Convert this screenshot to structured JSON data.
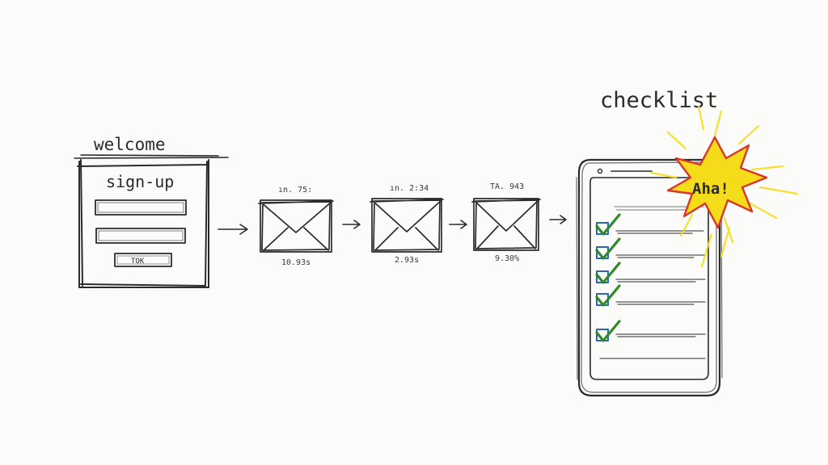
{
  "signup_card": {
    "welcome": "welcome",
    "title": "sign-up",
    "button": "TOK"
  },
  "emails": [
    {
      "top": "ın. 75:",
      "bottom": "10.93s"
    },
    {
      "top": "ın. 2:34",
      "bottom": "2.93s"
    },
    {
      "top": "TA. 943",
      "bottom": "9.30%"
    }
  ],
  "phone": {
    "title": "checklist",
    "burst": "Aha!",
    "checked_items": 5
  },
  "colors": {
    "pencil": "#2b2b2b",
    "check_green": "#2f8a2a",
    "checkbox_blue": "#2a66b8",
    "burst_yellow": "#f5dc1a",
    "burst_red": "#d8362a"
  }
}
